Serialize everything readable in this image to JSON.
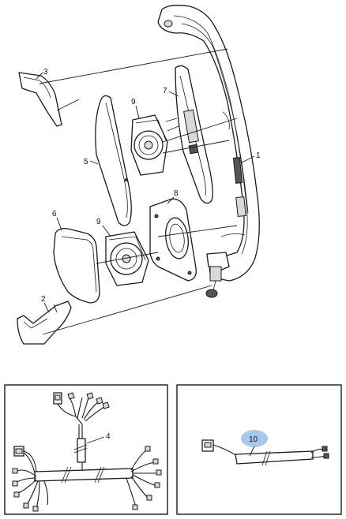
{
  "callouts": {
    "c1": "1",
    "c2": "2",
    "c3": "3",
    "c4": "4",
    "c5": "5",
    "c6": "6",
    "c7": "7",
    "c8": "8",
    "c9a": "9",
    "c9b": "9",
    "c10": "10"
  },
  "colors": {
    "highlight": "#a9c8ee",
    "line": "#1a1a1a"
  }
}
